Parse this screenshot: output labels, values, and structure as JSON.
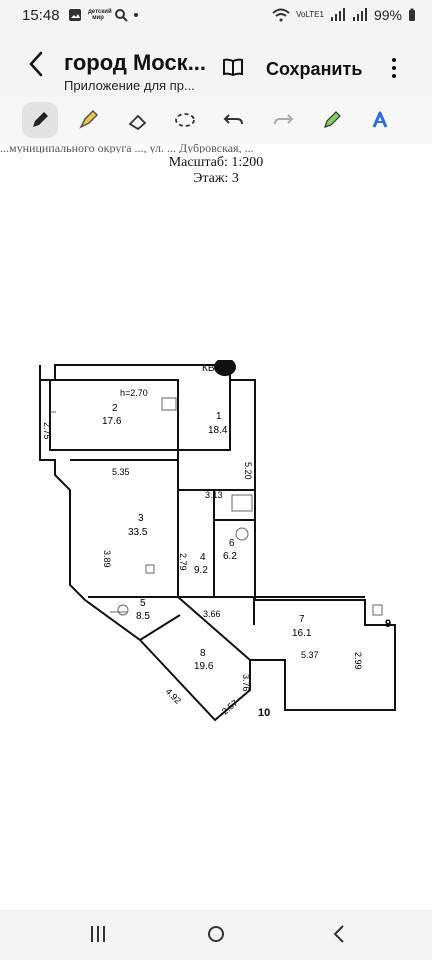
{
  "status": {
    "time": "15:48",
    "left_badges": [
      "image-icon",
      "store-icon",
      "search-icon",
      "dot"
    ],
    "store_label": "детский мир",
    "network": "VoLTE1",
    "battery": "99%"
  },
  "header": {
    "title": "город Моск...",
    "subtitle": "Приложение для пр...",
    "save_label": "Сохранить"
  },
  "toolbar": {
    "tools": [
      "pen-icon",
      "highlighter-icon",
      "eraser-icon",
      "lasso-icon",
      "undo-icon",
      "redo-icon",
      "color-pen-icon",
      "text-icon"
    ]
  },
  "document": {
    "top_text": "...муниципального округа ..., ул. ... Дубровская, ... ",
    "scale": "Масштаб: 1:200",
    "floor": "Этаж: 3",
    "plan": {
      "top_label": "КВ",
      "height_label": "h=2.70",
      "rooms": [
        {
          "id": "2",
          "area": "17.6"
        },
        {
          "id": "1",
          "area": "18.4"
        },
        {
          "id": "3",
          "area": "33.5"
        },
        {
          "id": "4",
          "area": "9.2"
        },
        {
          "id": "6",
          "area": "6.2"
        },
        {
          "id": "5",
          "area": "8.5"
        },
        {
          "id": "7",
          "area": "16.1"
        },
        {
          "id": "8",
          "area": "19.6"
        },
        {
          "id": "9",
          "area": ""
        },
        {
          "id": "10",
          "area": ""
        }
      ],
      "dimensions": {
        "d275": "2.75",
        "d535": "5.35",
        "d520": "5.20",
        "d313": "3.13",
        "d389": "3.89",
        "d279": "2.79",
        "d366": "3.66",
        "d299": "2.99",
        "d537": "5.37",
        "d376": "3.76",
        "d492": "4.92",
        "d257": "2.57"
      }
    }
  },
  "navbar": {
    "items": [
      "recent-icon",
      "home-icon",
      "back-icon"
    ]
  }
}
